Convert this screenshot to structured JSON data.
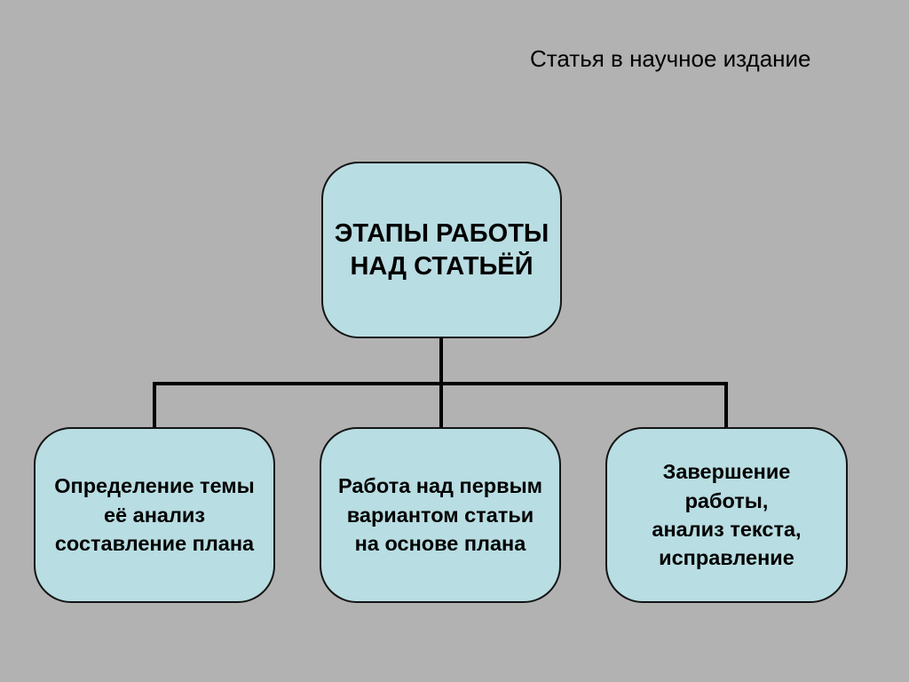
{
  "slide": {
    "title": "Статья в научное издание",
    "colors": {
      "background": "#b2b2b2",
      "box_fill": "#b8dde2",
      "box_border": "#141414",
      "connector": "#000000",
      "text": "#000000"
    },
    "root_box": {
      "lines": [
        "ЭТАПЫ РАБОТЫ",
        "НАД СТАТЬЁЙ"
      ]
    },
    "child_boxes": [
      {
        "lines": [
          "Определение темы",
          "её анализ",
          "составление плана"
        ]
      },
      {
        "lines": [
          "Работа над первым",
          "вариантом статьи",
          "на основе плана"
        ]
      },
      {
        "lines": [
          "Завершение",
          "работы,",
          "анализ текста,",
          "исправление"
        ]
      }
    ]
  }
}
